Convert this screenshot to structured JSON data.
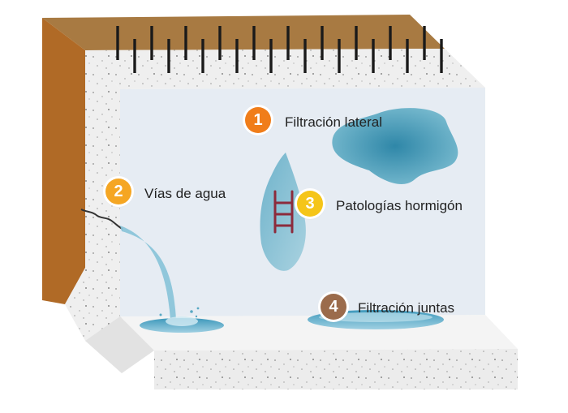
{
  "callouts": [
    {
      "number": "1",
      "label": "Filtración lateral",
      "color": "#f07d1a"
    },
    {
      "number": "2",
      "label": "Vías de agua",
      "color": "#f5a623"
    },
    {
      "number": "3",
      "label": "Patologías hormigón",
      "color": "#f5c518"
    },
    {
      "number": "4",
      "label": "Filtración juntas",
      "color": "#9b6b4b"
    }
  ],
  "colors": {
    "soil": "#b06a26",
    "soil_top": "#a87a42",
    "concrete": "#efefef",
    "wall": "#e6ecf3",
    "water": "#5aa9c4",
    "rebar": "#8c2b3c"
  }
}
